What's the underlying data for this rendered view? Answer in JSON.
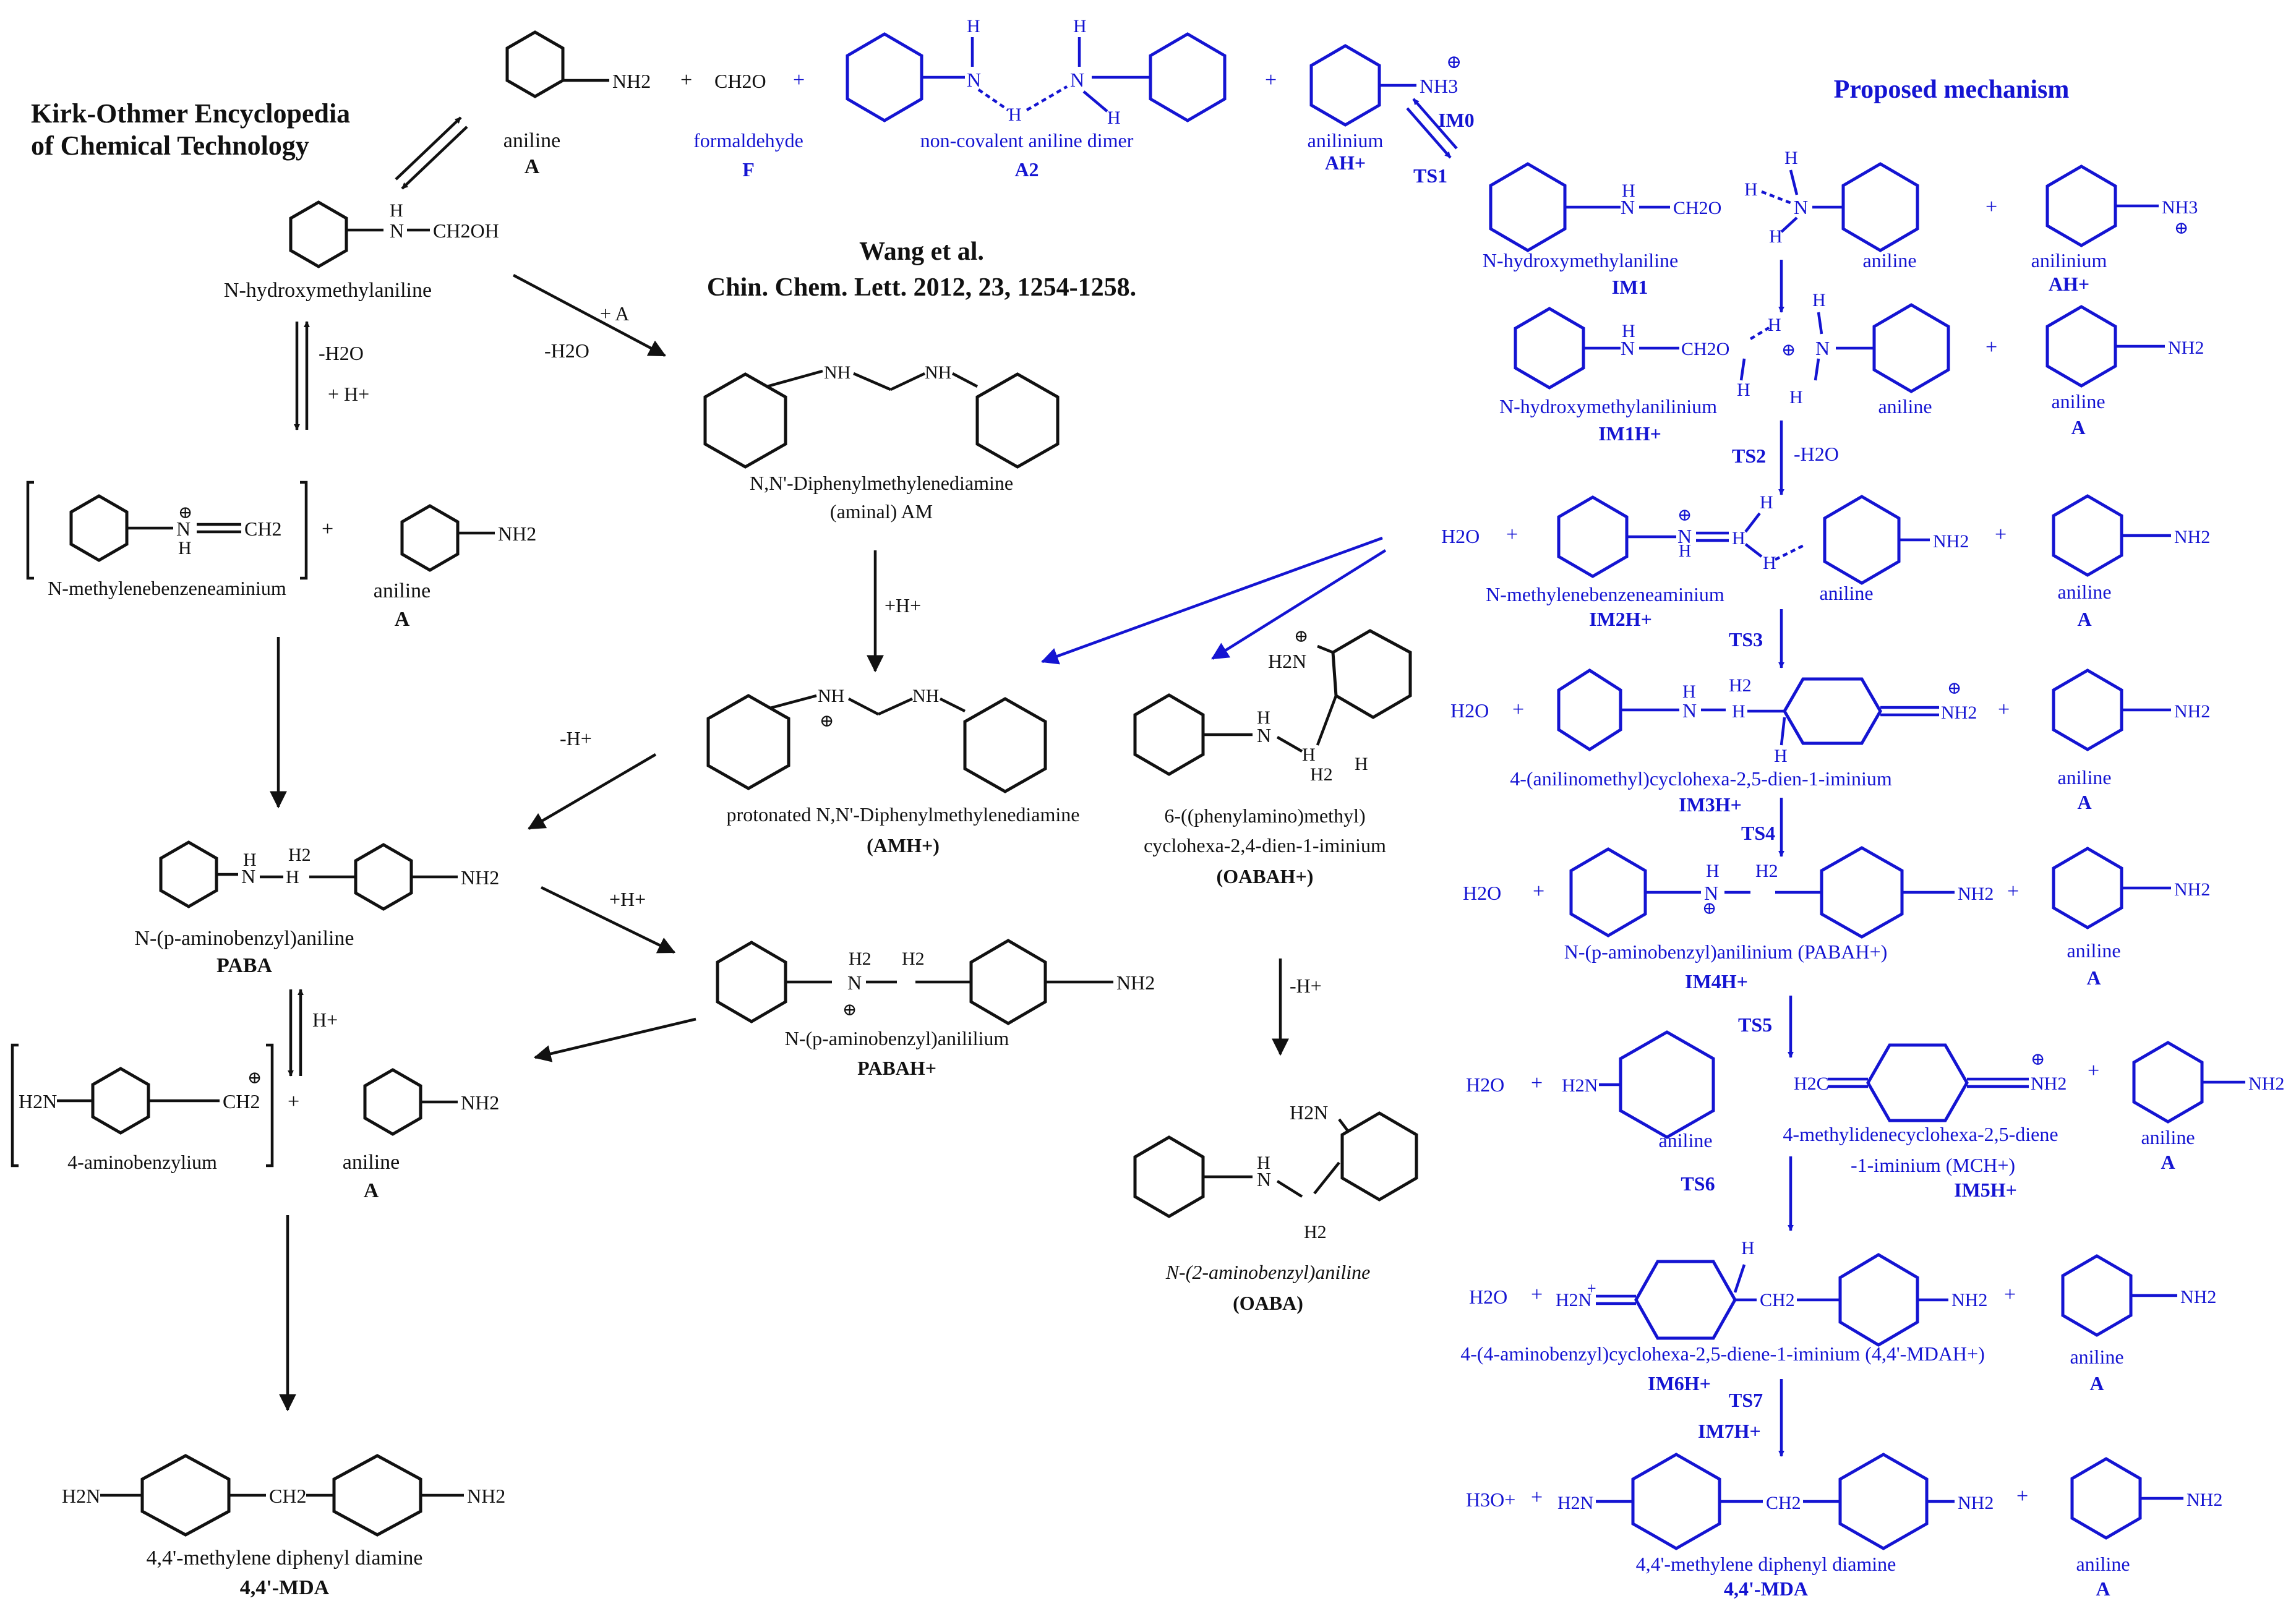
{
  "colors": {
    "literature": "#111111",
    "proposed": "#1414d2"
  },
  "headers": {
    "kirk_line1": "Kirk-Othmer Encyclopedia",
    "kirk_line2": "of Chemical Technology",
    "wang_line1": "Wang et al.",
    "wang_line2": "Chin. Chem. Lett. 2012, 23, 1254-1258.",
    "proposed": "Proposed mechanism"
  },
  "left": {
    "aniline_top": "aniline",
    "aniline_top_code": "A",
    "hma": "N-hydroxymethylaniline",
    "minus_h2o": "-H2O",
    "plus_hplus": "+ H+",
    "methylene_ion": "N-methylenebenzeneaminium",
    "aniline_2": "aniline",
    "aniline_2_code": "A",
    "paba": "N-(p-aminobenzyl)aniline",
    "paba_code": "PABA",
    "h_plus": "H+",
    "aminobenzylium": "4-aminobenzylium",
    "aniline_3": "aniline",
    "aniline_3_code": "A",
    "mda": "4,4'-methylene diphenyl diamine",
    "mda_code": "4,4'-MDA"
  },
  "mid": {
    "formaldehyde": "formaldehyde",
    "formaldehyde_code": "F",
    "dimer": "non-covalent aniline dimer",
    "dimer_code": "A2",
    "anilinium": "anilinium",
    "anilinium_code": "AH+",
    "plus_a": "+ A",
    "minus_h2o": "-H2O",
    "aminal": "N,N'-Diphenylmethylenediamine",
    "aminal_2": "(aminal) AM",
    "plus_hplus": "+H+",
    "minus_hplus": "-H+",
    "amh": "protonated N,N'-Diphenylmethylenediamine",
    "amh_code": "(AMH+)",
    "oabah_1": "6-((phenylamino)methyl)",
    "oabah_2": "cyclohexa-2,4-dien-1-iminium",
    "oabah_code": "(OABAH+)",
    "plus_hplus_2": "+H+",
    "pabah": "N-(p-aminobenzyl)anililium",
    "pabah_code": "PABAH+",
    "minus_hplus_2": "-H+",
    "oaba": "N-(2-aminobenzyl)aniline",
    "oaba_code": "(OABA)"
  },
  "right": {
    "im0": "IM0",
    "ts1": "TS1",
    "im1_name": "N-hydroxymethylaniline",
    "im1_code": "IM1",
    "im1_aniline": "aniline",
    "im1_anilinium": "anilinium",
    "im1_anilinium_code": "AH+",
    "im1h_name": "N-hydroxymethylanilinium",
    "im1h_code": "IM1H+",
    "im1h_aniline": "aniline",
    "im1h_a": "aniline",
    "im1h_a_code": "A",
    "ts2": "TS2",
    "ts2_h2o": "-H2O",
    "im2_name": "N-methylenebenzeneaminium",
    "im2_code": "IM2H+",
    "im2_aniline": "aniline",
    "im2_a": "aniline",
    "im2_a_code": "A",
    "ts3": "TS3",
    "im3_name": "4-(anilinomethyl)cyclohexa-2,5-dien-1-iminium",
    "im3_code": "IM3H+",
    "im3_a": "aniline",
    "im3_a_code": "A",
    "ts4": "TS4",
    "im4_name": "N-(p-aminobenzyl)anilinium (PABAH+)",
    "im4_code": "IM4H+",
    "im4_a": "aniline",
    "im4_a_code": "A",
    "ts5": "TS5",
    "ts6": "TS6",
    "im5_aniline": "aniline",
    "im5_name_1": "4-methylidenecyclohexa-2,5-diene",
    "im5_name_2": "-1-iminium  (MCH+)",
    "im5_code": "IM5H+",
    "im5_a": "aniline",
    "im5_a_code": "A",
    "im6_name": "4-(4-aminobenzyl)cyclohexa-2,5-diene-1-iminium (4,4'-MDAH+)",
    "im6_code": "IM6H+",
    "im6_a": "aniline",
    "im6_a_code": "A",
    "ts7": "TS7",
    "im7": "IM7H+",
    "mda_name": "4,4'-methylene diphenyl diamine",
    "mda_code": "4,4'-MDA",
    "mda_a": "aniline",
    "mda_a_code": "A"
  },
  "formula": {
    "nh2": "NH2",
    "nh3": "NH3",
    "h2o": "H2O",
    "h3o": "H3O+",
    "ch2o": "CH2O",
    "ch2oh": "CH2OH",
    "ch2": "CH2",
    "h2c": "H2C",
    "h2n": "H2N",
    "h": "H",
    "n": "N",
    "nh": "NH",
    "hn": "HN",
    "plus": "+",
    "cation": "⊕",
    "h2": "H2"
  }
}
